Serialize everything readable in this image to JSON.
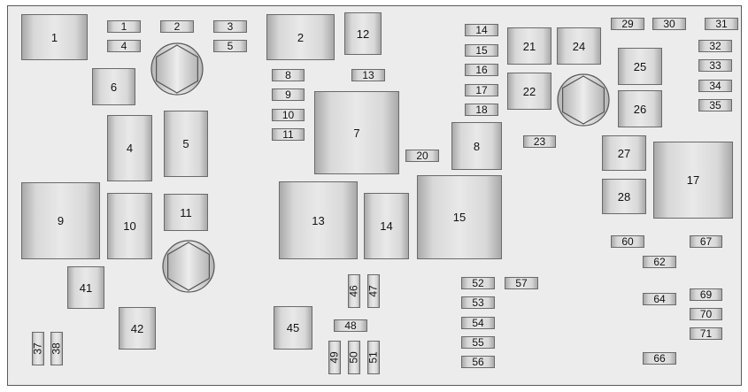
{
  "labels": {
    "r1": "1",
    "r2": "2",
    "r4": "4",
    "r5": "5",
    "r6": "6",
    "r7": "7",
    "r8": "8",
    "r9": "9",
    "r10": "10",
    "r11": "11",
    "r12": "12",
    "r13": "13",
    "r14": "14",
    "r15": "15",
    "r17": "17",
    "r21": "21",
    "r22": "22",
    "r24": "24",
    "r25": "25",
    "r26": "26",
    "r27": "27",
    "r28": "28",
    "r41": "41",
    "r42": "42",
    "r45": "45",
    "f1": "1",
    "f2": "2",
    "f3": "3",
    "f4": "4",
    "f5": "5",
    "f8": "8",
    "f9": "9",
    "f10": "10",
    "f11": "11",
    "f13": "13",
    "f14": "14",
    "f15": "15",
    "f16": "16",
    "f17": "17",
    "f18": "18",
    "f20": "20",
    "f23": "23",
    "f29": "29",
    "f30": "30",
    "f31": "31",
    "f32": "32",
    "f33": "33",
    "f34": "34",
    "f35": "35",
    "f37": "37",
    "f38": "38",
    "f46": "46",
    "f47": "47",
    "f48": "48",
    "f49": "49",
    "f50": "50",
    "f51": "51",
    "f52": "52",
    "f53": "53",
    "f54": "54",
    "f55": "55",
    "f56": "56",
    "f57": "57",
    "f60": "60",
    "f62": "62",
    "f64": "64",
    "f66": "66",
    "f67": "67",
    "f69": "69",
    "f70": "70",
    "f71": "71"
  }
}
